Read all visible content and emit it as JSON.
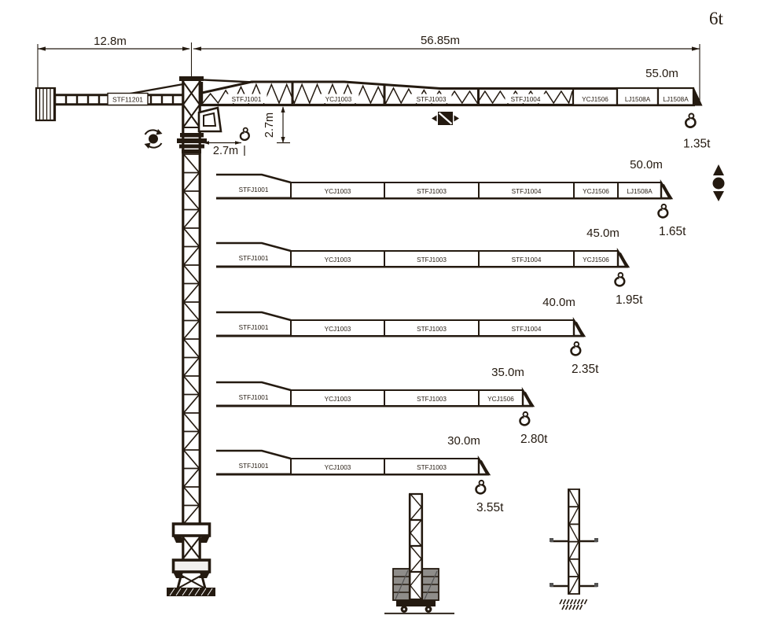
{
  "corner_capacity": "6t",
  "dimensions": {
    "counter_jib": "12.8m",
    "main_jib": "56.85m",
    "hook_h": "2.7m",
    "hook_v": "2.7m"
  },
  "counter_jib_segment": "STF11201",
  "configurations": [
    {
      "length": "55.0m",
      "capacity": "1.35t",
      "segments": [
        "STFJ1001",
        "YCJ1003",
        "STFJ1003",
        "STFJ1004",
        "YCJ1506",
        "LJ1508A",
        "LJ1508A"
      ]
    },
    {
      "length": "50.0m",
      "capacity": "1.65t",
      "segments": [
        "STFJ1001",
        "YCJ1003",
        "STFJ1003",
        "STFJ1004",
        "YCJ1506",
        "LJ1508A"
      ]
    },
    {
      "length": "45.0m",
      "capacity": "1.95t",
      "segments": [
        "STFJ1001",
        "YCJ1003",
        "STFJ1003",
        "STFJ1004",
        "YCJ1506"
      ]
    },
    {
      "length": "40.0m",
      "capacity": "2.35t",
      "segments": [
        "STFJ1001",
        "YCJ1003",
        "STFJ1003",
        "STFJ1004"
      ]
    },
    {
      "length": "35.0m",
      "capacity": "2.80t",
      "segments": [
        "STFJ1001",
        "YCJ1003",
        "STFJ1003",
        "YCJ1506"
      ]
    },
    {
      "length": "30.0m",
      "capacity": "3.55t",
      "segments": [
        "STFJ1001",
        "YCJ1003",
        "STFJ1003"
      ]
    }
  ],
  "icons": {
    "hook": "crane-hook-icon",
    "trolley": "trolley-travel-icon",
    "hoist": "hook-travel-icon",
    "slewing": "slewing-rotation-icon"
  },
  "ink_color": "#241a10"
}
